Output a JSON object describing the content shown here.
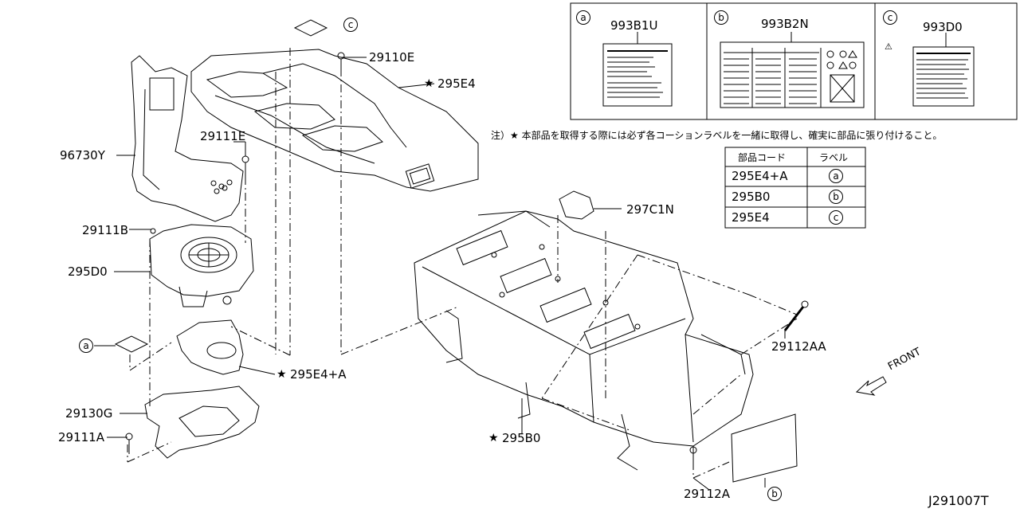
{
  "diagram_id": "J291007T",
  "parts": {
    "p96730Y": "96730Y",
    "p29111E": "29111E",
    "p29110E": "29110E",
    "p295E4_top": "295E4",
    "p29111B": "29111B",
    "p295D0": "295D0",
    "p297C1N": "297C1N",
    "p29112AA": "29112AA",
    "p295E4A": "295E4+A",
    "p29130G": "29130G",
    "p29111A": "29111A",
    "p295B0": "295B0",
    "p29112A": "29112A"
  },
  "markers": {
    "a": "a",
    "b": "b",
    "c": "c",
    "star": "★"
  },
  "front_label": "FRONT",
  "labels_box": {
    "a_code": "993B1U",
    "b_code": "993B2N",
    "c_code": "993D0"
  },
  "note": "注）★ 本部品を取得する際には必ず各コーションラベルを一緒に取得し、確実に部品に張り付けること。",
  "table": {
    "header": [
      "部品コード",
      "ラベル"
    ],
    "rows": [
      {
        "code": "295E4+A",
        "label": "a"
      },
      {
        "code": "295B0",
        "label": "b"
      },
      {
        "code": "295E4",
        "label": "c"
      }
    ]
  }
}
